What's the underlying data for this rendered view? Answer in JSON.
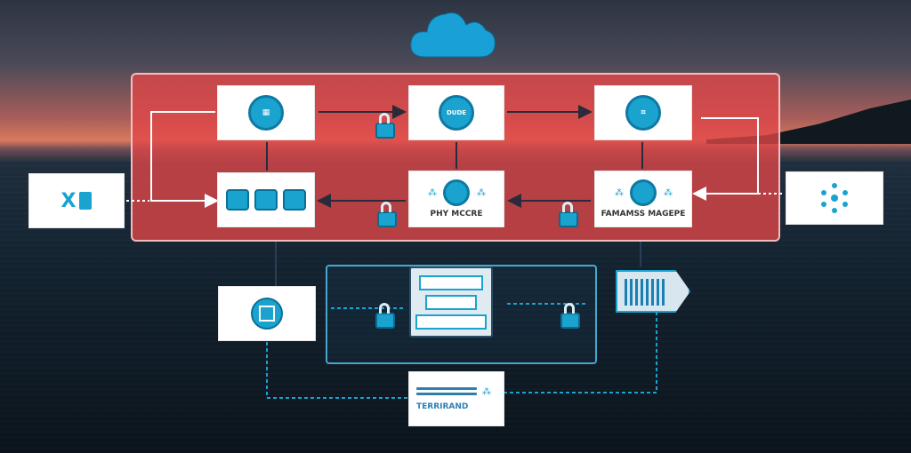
{
  "colors": {
    "panel_red": "#e24648",
    "accent_blue": "#1aa3cf",
    "border_blue": "#50bee6"
  },
  "icons": [
    "cloud-icon",
    "lock-icon",
    "hex-node-icon",
    "chip-icon",
    "grid-icon"
  ],
  "labels": {
    "left_input": "X",
    "top_mid_node": "DUDE",
    "mid_center_caption": "PHY MCCRE",
    "mid_right_caption": "FAMAMSS MAGEPE",
    "bottom_receipt_line": "TERRIRAND"
  }
}
